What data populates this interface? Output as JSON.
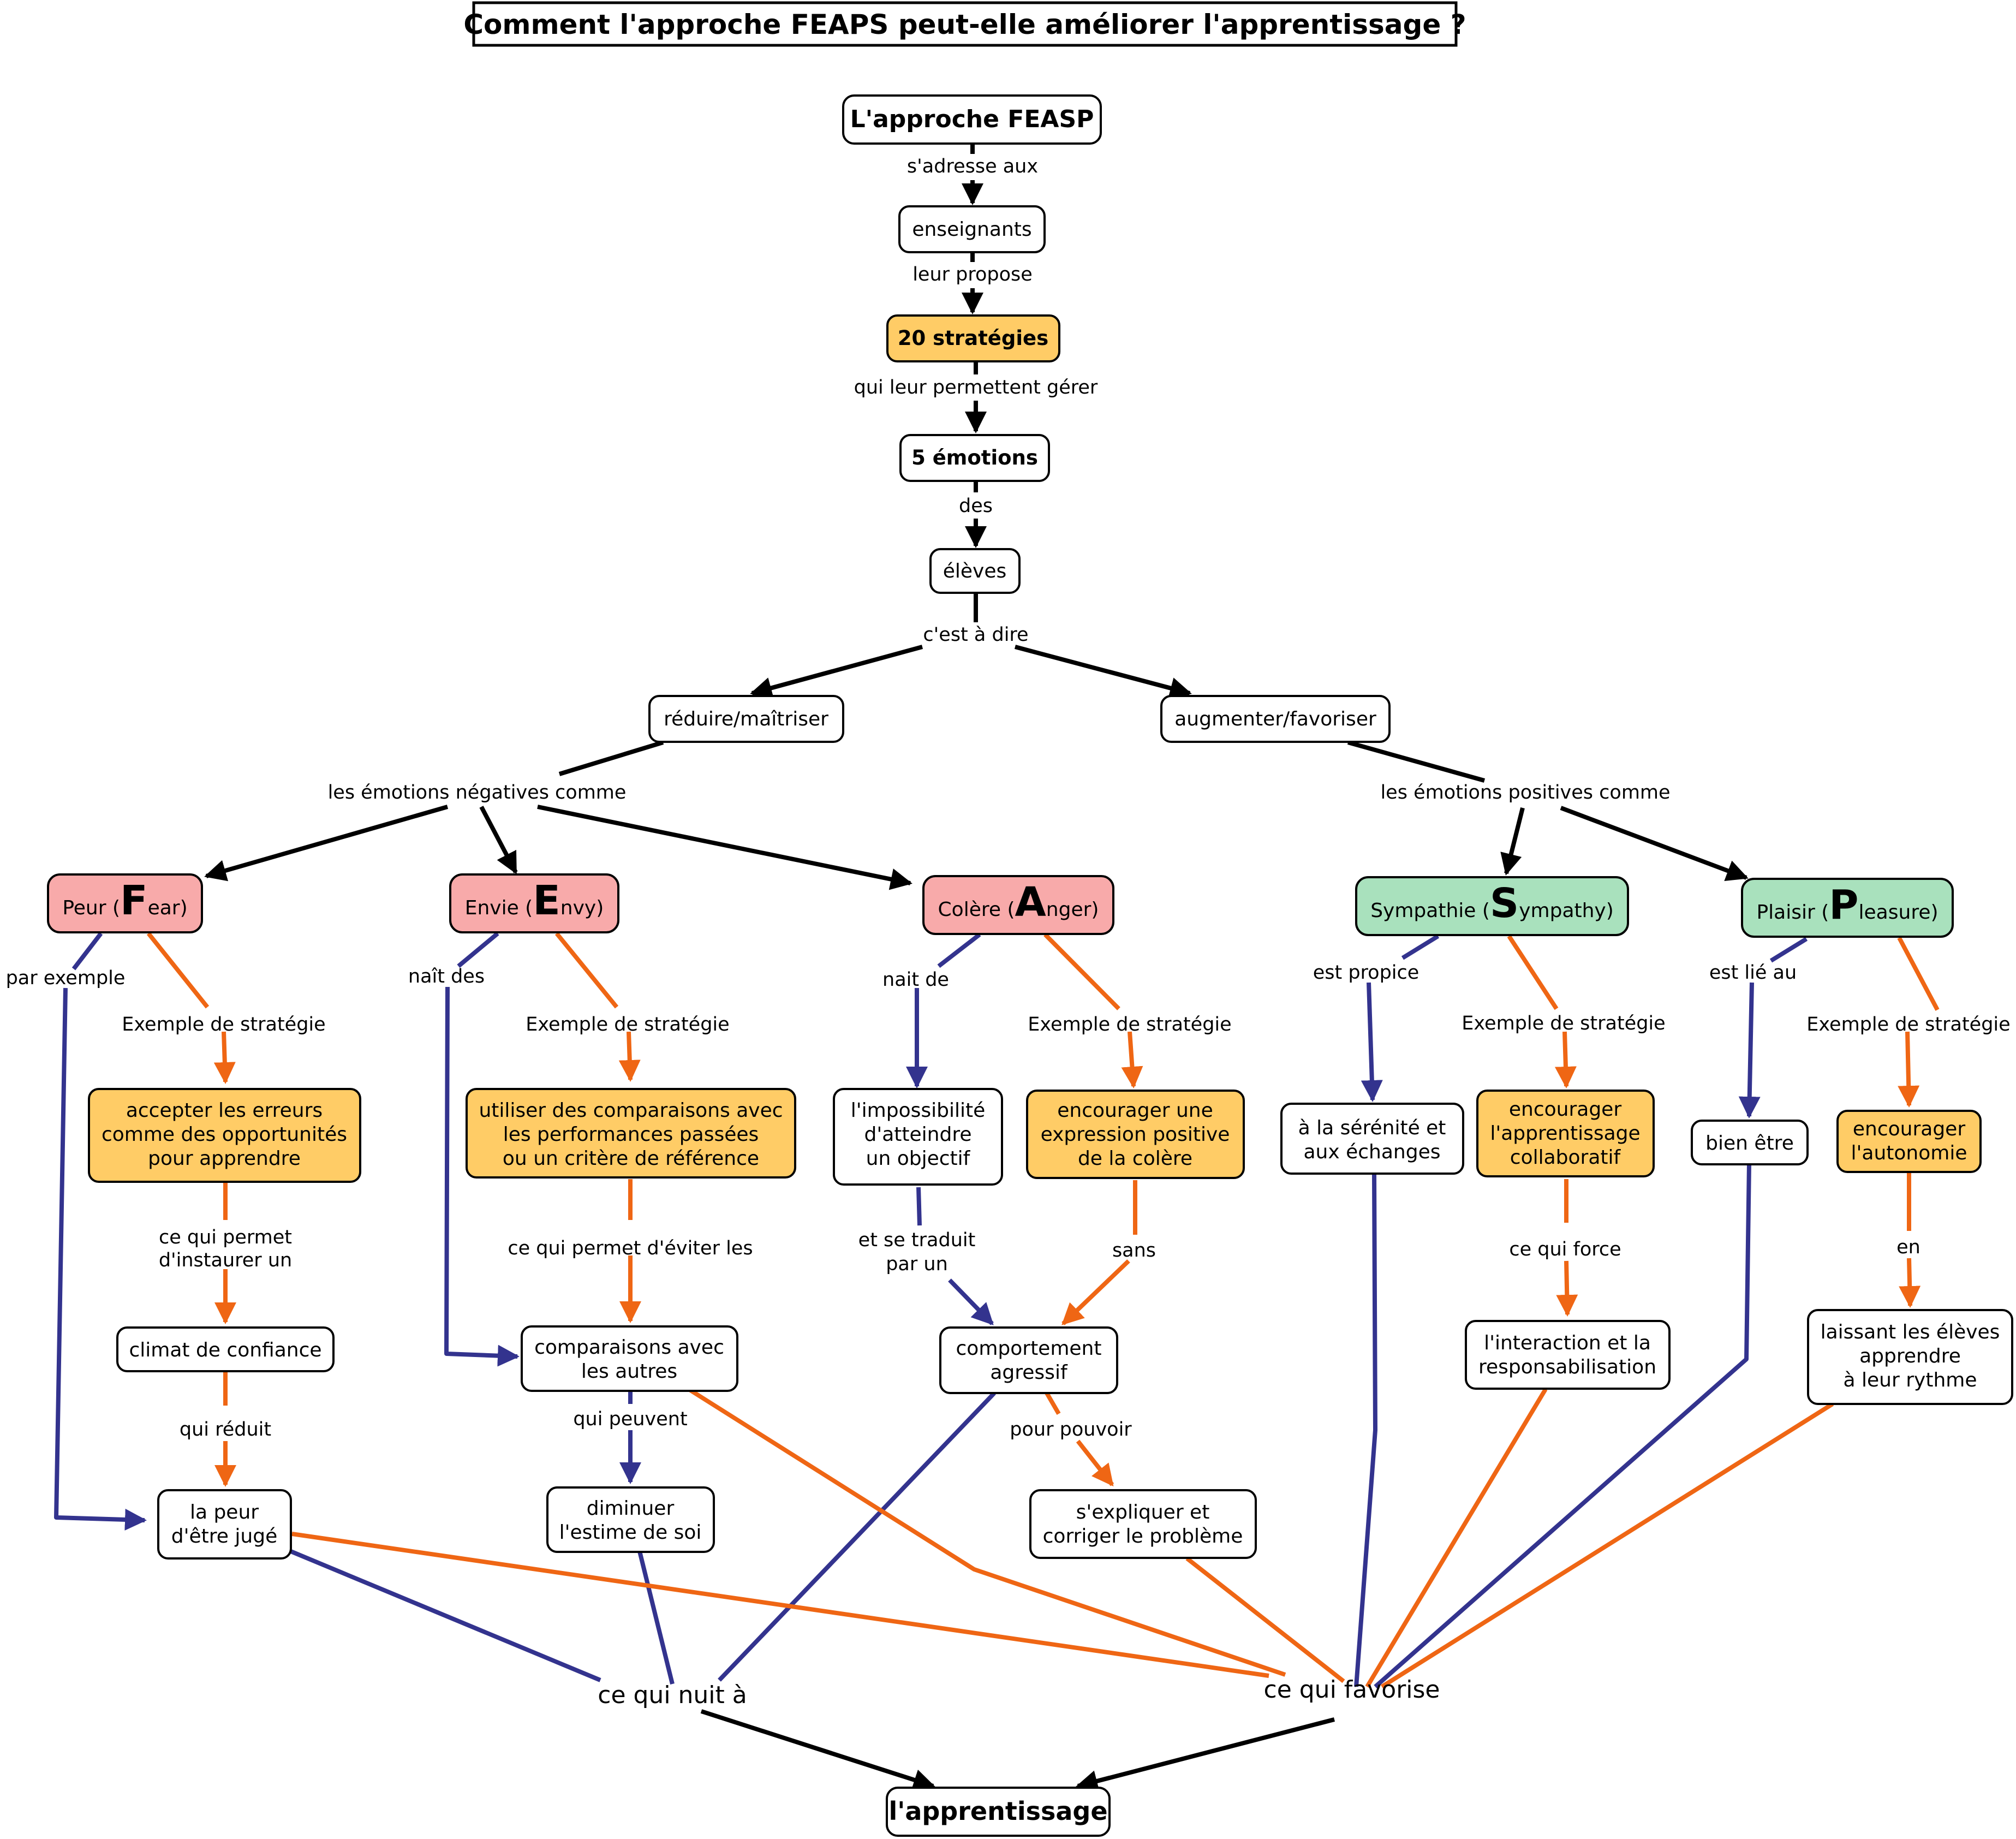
{
  "title": "Comment l'approche FEAPS peut-elle améliorer l'apprentissage  ?",
  "colors": {
    "black": "#000000",
    "blue": "#33338e",
    "orange": "#ef6614",
    "yellow_fill": "#ffcc66",
    "pink_fill": "#f8aaaa",
    "green_fill": "#a9e1bd",
    "white_fill": "#ffffff"
  },
  "nodes": {
    "approche": "L'approche FEASP",
    "enseignants": "enseignants",
    "strategies": "20 stratégies",
    "emotions": "5 émotions",
    "eleves": "élèves",
    "reduire": "réduire/maîtriser",
    "augmenter": "augmenter/favoriser",
    "peur": {
      "pre": "Peur (",
      "letter": "F",
      "post": "ear)"
    },
    "envie": {
      "pre": "Envie (",
      "letter": "E",
      "post": "nvy)"
    },
    "colere": {
      "pre": "Colère (",
      "letter": "A",
      "post": "nger)"
    },
    "sympathie": {
      "pre": "Sympathie (",
      "letter": "S",
      "post": "ympathy)"
    },
    "plaisir": {
      "pre": "Plaisir (",
      "letter": "P",
      "post": "leasure)"
    },
    "accepter": [
      "accepter les erreurs",
      "comme des opportunités",
      "pour apprendre"
    ],
    "utiliser": [
      "utiliser des comparaisons avec",
      "les performances passées",
      "ou un critère de référence"
    ],
    "impossibilite": [
      "l'impossibilité",
      "d'atteindre",
      "un objectif"
    ],
    "encourager_expr": [
      "encourager une",
      "expression positive",
      "de la colère"
    ],
    "serenite": [
      "à la sérénité et",
      "aux échanges"
    ],
    "encourager_collab": [
      "encourager",
      "l'apprentissage",
      "collaboratif"
    ],
    "bien_etre": "bien être",
    "encourager_auto": [
      "encourager",
      "l'autonomie"
    ],
    "climat": "climat de confiance",
    "comparaisons": [
      "comparaisons avec",
      "les autres"
    ],
    "comportement": [
      "comportement",
      "agressif"
    ],
    "interaction": [
      "l'interaction et la",
      "responsabilisation"
    ],
    "laissant": [
      "laissant les élèves",
      "apprendre",
      "à leur rythme"
    ],
    "peur_juge": [
      "la peur",
      "d'être jugé"
    ],
    "diminuer": [
      "diminuer",
      "l'estime de soi"
    ],
    "expliquer": [
      "s'expliquer et",
      "corriger le problème"
    ],
    "apprentissage": "l'apprentissage"
  },
  "labels": {
    "s_adresse": "s'adresse aux",
    "leur_propose": "leur propose",
    "qui_leur_permettent": "qui leur permettent gérer",
    "des": "des",
    "c_est_a_dire": "c'est à dire",
    "neg_comme": "les émotions négatives comme",
    "pos_comme": "les émotions positives comme",
    "par_exemple": "par exemple",
    "nait_des": "naît des",
    "nait_de": "nait de",
    "est_propice": "est propice",
    "est_lie_au": "est lié au",
    "ex_strat": "Exemple de stratégie",
    "ce_qui_permet": [
      "ce qui permet",
      "d'instaurer un"
    ],
    "ce_qui_eviter": "ce qui permet d'éviter les",
    "se_traduit": [
      "et se traduit",
      "par un"
    ],
    "sans": "sans",
    "ce_qui_force": "ce qui force",
    "en": "en",
    "qui_reduit": "qui réduit",
    "qui_peuvent": "qui peuvent",
    "pour_pouvoir": "pour pouvoir",
    "ce_qui_nuit": "ce qui nuit à",
    "ce_qui_favorise": "ce qui favorise"
  }
}
